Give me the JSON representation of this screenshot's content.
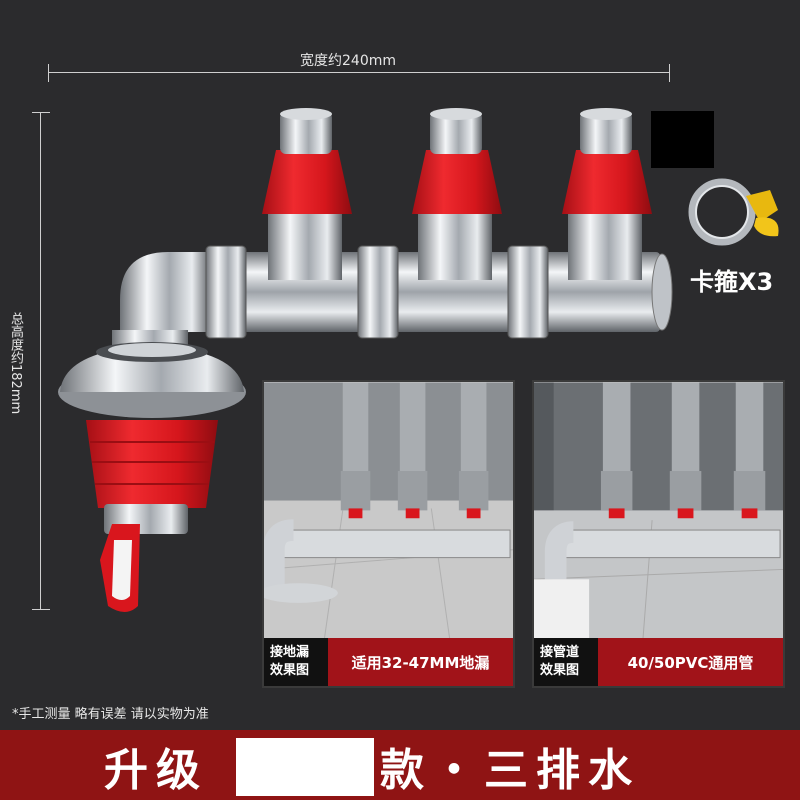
{
  "dimensions": {
    "width_label": "宽度约240mm",
    "height_label": "总高度约182mm"
  },
  "accessory": {
    "clamp_label": "卡箍X3"
  },
  "insets": [
    {
      "tag_line1": "接地漏",
      "tag_line2": "效果图",
      "caption": "适用32-47MM地漏"
    },
    {
      "tag_line1": "接管道",
      "tag_line2": "效果图",
      "caption": "40/50PVC通用管"
    }
  ],
  "note": "*手工测量 略有误差 请以实物为准",
  "banner": {
    "left": "升级",
    "right": "款・三排水"
  },
  "colors": {
    "background": "#2b2b2d",
    "accent_red": "#d9161d",
    "banner_red": "#8f1414"
  }
}
